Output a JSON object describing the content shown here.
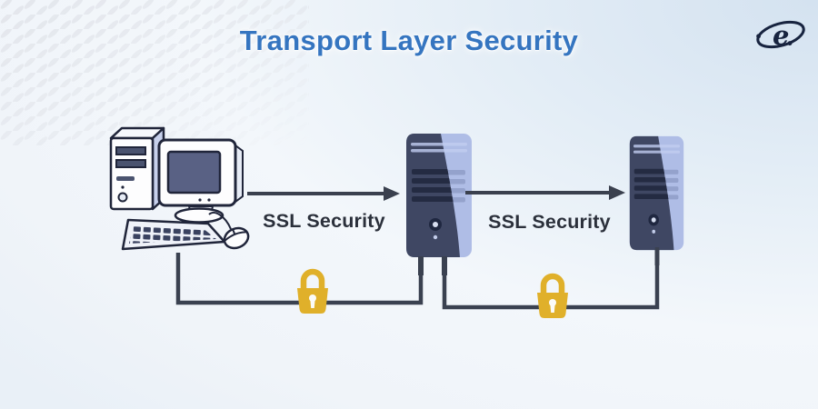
{
  "header": {
    "title": "Transport Layer Security"
  },
  "logo": {
    "name": "e-orbit-logo",
    "letter": "e"
  },
  "diagram": {
    "nodes": [
      {
        "id": "client",
        "type": "desktop-computer-icon"
      },
      {
        "id": "server-1",
        "type": "server-tower-icon"
      },
      {
        "id": "server-2",
        "type": "server-tower-icon"
      }
    ],
    "connections": [
      {
        "from": "client",
        "to": "server-1",
        "label": "SSL Security",
        "secured": true,
        "icon": "padlock-icon"
      },
      {
        "from": "server-1",
        "to": "server-2",
        "label": "SSL Security",
        "secured": true,
        "icon": "padlock-icon"
      }
    ]
  },
  "colors": {
    "title_blue": "#3575c0",
    "label_text": "#2b303b",
    "line_dark": "#3a4150",
    "lock_gold": "#e0b02a",
    "server_front_dark": "#3f4763",
    "server_side_light": "#afbde6",
    "screen_blue": "#596184"
  }
}
